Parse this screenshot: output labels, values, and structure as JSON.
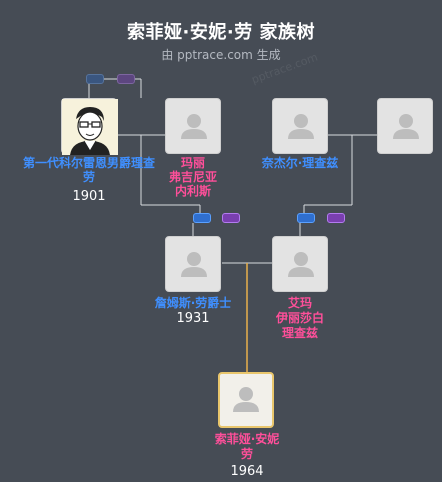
{
  "header": {
    "title": "索菲娅·安妮·劳 家族树",
    "subtitle": "由 pptrace.com 生成",
    "watermark": "pptrace.com"
  },
  "people": {
    "grandfather_paternal": {
      "name": "第一代科尔雷恩男爵理查",
      "name2": "劳",
      "year": "1901"
    },
    "grandmother_paternal": {
      "name": "玛丽",
      "name2": "弗吉尼亚",
      "name3": "内利斯"
    },
    "grandfather_maternal": {
      "name": "奈杰尔·理查兹"
    },
    "father": {
      "name": "詹姆斯·劳爵士",
      "year": "1931"
    },
    "mother": {
      "name": "艾玛",
      "name2": "伊丽莎白",
      "name3": "理查兹"
    },
    "root": {
      "name": "索菲娅·安妮",
      "name2": "劳",
      "year": "1964"
    }
  },
  "colors": {
    "background": "#464c55",
    "male": "#3f8fff",
    "female": "#ff4f9a",
    "root_border": "#e9c66c",
    "link": "#e8b04c"
  }
}
